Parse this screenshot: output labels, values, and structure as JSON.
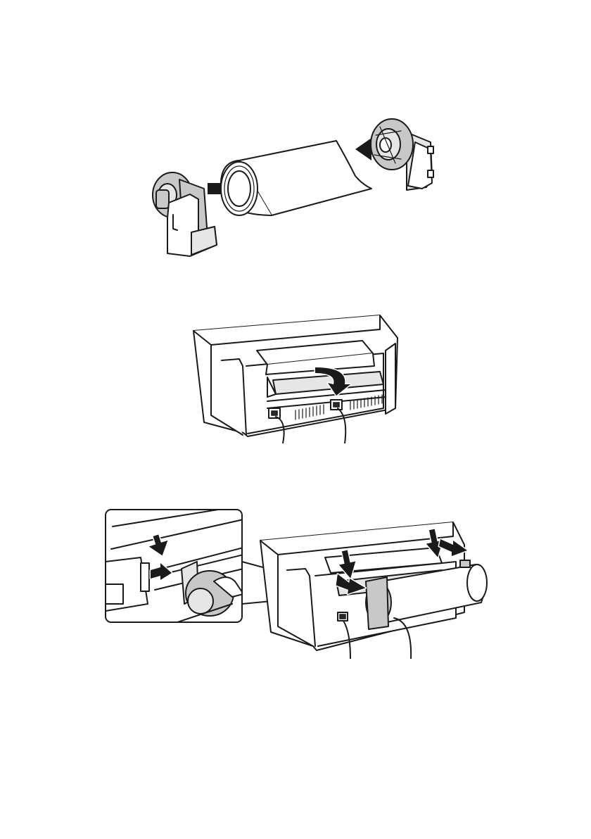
{
  "figures": [
    {
      "id": "fig1",
      "depicts": "roll-paper-with-spindle-holders"
    },
    {
      "id": "fig2",
      "depicts": "printer-rear-cover-opening"
    },
    {
      "id": "fig3",
      "depicts": "roll-paper-installed-on-printer-with-detail-inset"
    }
  ],
  "colors": {
    "line": "#1a1a1a",
    "shade": "#c8c8c8",
    "light_shade": "#e6e6e6",
    "background": "#ffffff"
  }
}
